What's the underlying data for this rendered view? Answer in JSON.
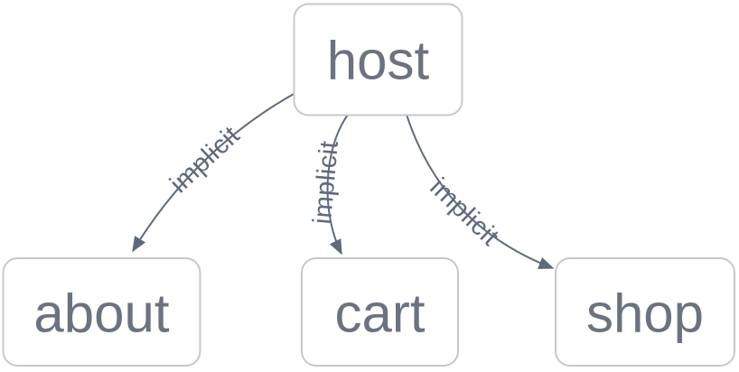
{
  "diagram": {
    "type": "dependency-graph",
    "nodes": [
      {
        "id": "host",
        "label": "host"
      },
      {
        "id": "about",
        "label": "about"
      },
      {
        "id": "cart",
        "label": "cart"
      },
      {
        "id": "shop",
        "label": "shop"
      }
    ],
    "edges": [
      {
        "from": "host",
        "to": "about",
        "label": "implicit"
      },
      {
        "from": "host",
        "to": "cart",
        "label": "implicit"
      },
      {
        "from": "host",
        "to": "shop",
        "label": "implicit"
      }
    ],
    "colors": {
      "canvas_bg": "#ffffff",
      "node_fill": "#ffffff",
      "node_border": "#c5c8cd",
      "node_text": "#6b7280",
      "edge": "#5e6a7c"
    }
  }
}
